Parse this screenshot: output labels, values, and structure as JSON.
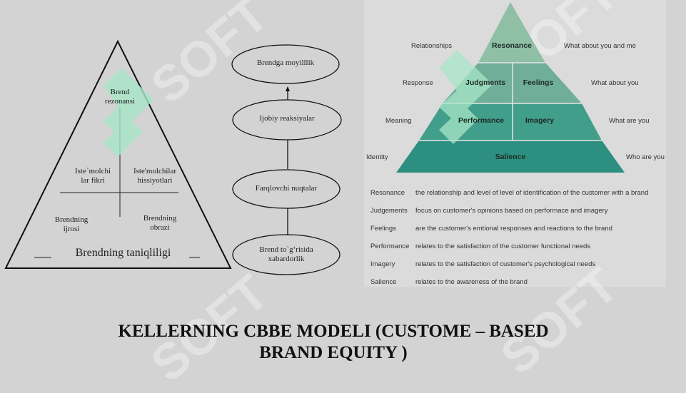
{
  "left_pyramid": {
    "top": [
      "Brend",
      "rezonansi"
    ],
    "mid_left": [
      "Iste`molchi",
      "lar fikri"
    ],
    "mid_right": [
      "Iste'molchilar",
      "hissiyotlari"
    ],
    "low_left": [
      "Brendning",
      "ijrosi"
    ],
    "low_right": [
      "Brendning",
      "obrazi"
    ],
    "base": "Brendning taniqliligi"
  },
  "flow": [
    "Brendga moyilllik",
    "Ijobiy reaksiyalar",
    "Farqlovchi nuqtalar",
    [
      "Brend to`g‘risida",
      "xabardorlik"
    ]
  ],
  "right_pyramid": {
    "levels": {
      "resonance": "Resonance",
      "judgments": "Judgments",
      "feelings": "Feelings",
      "performance": "Performance",
      "imagery": "Imagery",
      "salience": "Salience"
    },
    "left_labels": [
      "Relationships",
      "Response",
      "Meaning",
      "Identity"
    ],
    "right_labels": [
      "What about you and me",
      "What about you",
      "What are you",
      "Who are you"
    ],
    "colors": {
      "l1": "#8fc0a6",
      "l2": "#6fae99",
      "l3": "#419e8a",
      "l4": "#2d8f7f"
    },
    "definitions": [
      {
        "term": "Resonance",
        "text": "the relationship and level of level of identification of the customer with a brand"
      },
      {
        "term": "Judgements",
        "text": "focus on customer's opinions based on performace and imagery"
      },
      {
        "term": "Feelings",
        "text": "are the customer's emtional responses and reactions to the brand"
      },
      {
        "term": "Performance",
        "text": "relates to the satisfaction of the customer functional needs"
      },
      {
        "term": "Imagery",
        "text": "relates to the satisfaction of customer's psychological needs"
      },
      {
        "term": "Salience",
        "text": "relates to the awareness of the brand"
      }
    ]
  },
  "watermark": "SOFT",
  "title": [
    "KELLERNING CBBE MODELI (CUSTOME – BASED",
    "BRAND EQUITY )"
  ]
}
